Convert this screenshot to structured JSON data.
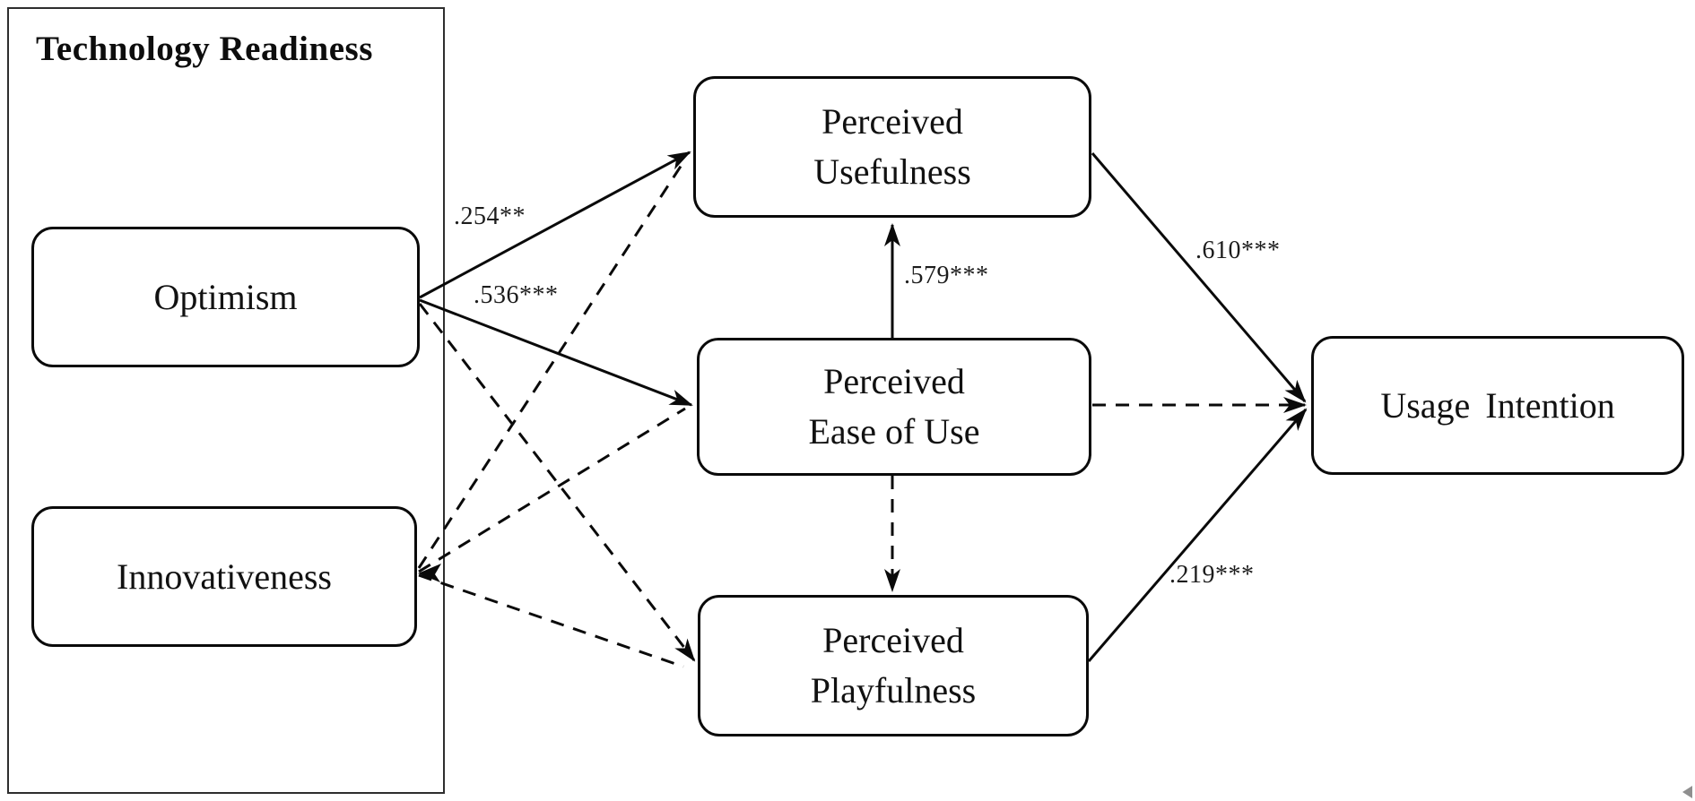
{
  "diagram": {
    "group": {
      "label": "Technology Readiness"
    },
    "nodes": {
      "optimism": {
        "line1": "Optimism"
      },
      "innovativeness": {
        "line1": "Innovativeness"
      },
      "perceived_usefulness": {
        "line1": "Perceived",
        "line2": "Usefulness"
      },
      "perceived_ease_of_use": {
        "line1": "Perceived",
        "line2": "Ease of Use"
      },
      "perceived_playfulness": {
        "line1": "Perceived",
        "line2": "Playfulness"
      },
      "usage_intention": {
        "line1": "Usage Intention"
      }
    },
    "coefficients": {
      "optimism_to_usefulness": ".254**",
      "optimism_to_ease": ".536***",
      "ease_to_usefulness": ".579***",
      "usefulness_to_intention": ".610***",
      "playfulness_to_intention": ".219***"
    },
    "edges": [
      {
        "from": "Optimism",
        "to": "Perceived Usefulness",
        "style": "solid",
        "coefficient": ".254**"
      },
      {
        "from": "Optimism",
        "to": "Perceived Ease of Use",
        "style": "solid",
        "coefficient": ".536***"
      },
      {
        "from": "Optimism",
        "to": "Perceived Playfulness",
        "style": "dashed",
        "coefficient": null
      },
      {
        "from": "Innovativeness",
        "to": "Perceived Usefulness",
        "style": "dashed",
        "coefficient": null
      },
      {
        "from": "Innovativeness",
        "to": "Perceived Ease of Use",
        "style": "dashed",
        "coefficient": null
      },
      {
        "from": "Innovativeness",
        "to": "Perceived Playfulness",
        "style": "dashed",
        "coefficient": null
      },
      {
        "from": "Perceived Ease of Use",
        "to": "Perceived Usefulness",
        "style": "solid",
        "coefficient": ".579***"
      },
      {
        "from": "Perceived Ease of Use",
        "to": "Perceived Playfulness",
        "style": "dashed",
        "coefficient": null
      },
      {
        "from": "Perceived Usefulness",
        "to": "Usage Intention",
        "style": "solid",
        "coefficient": ".610***"
      },
      {
        "from": "Perceived Ease of Use",
        "to": "Usage Intention",
        "style": "dashed",
        "coefficient": null
      },
      {
        "from": "Perceived Playfulness",
        "to": "Usage Intention",
        "style": "solid",
        "coefficient": ".219***"
      }
    ],
    "line_colors": {
      "stroke": "#0a0a0a",
      "group_border": "#2e2e2e"
    }
  }
}
